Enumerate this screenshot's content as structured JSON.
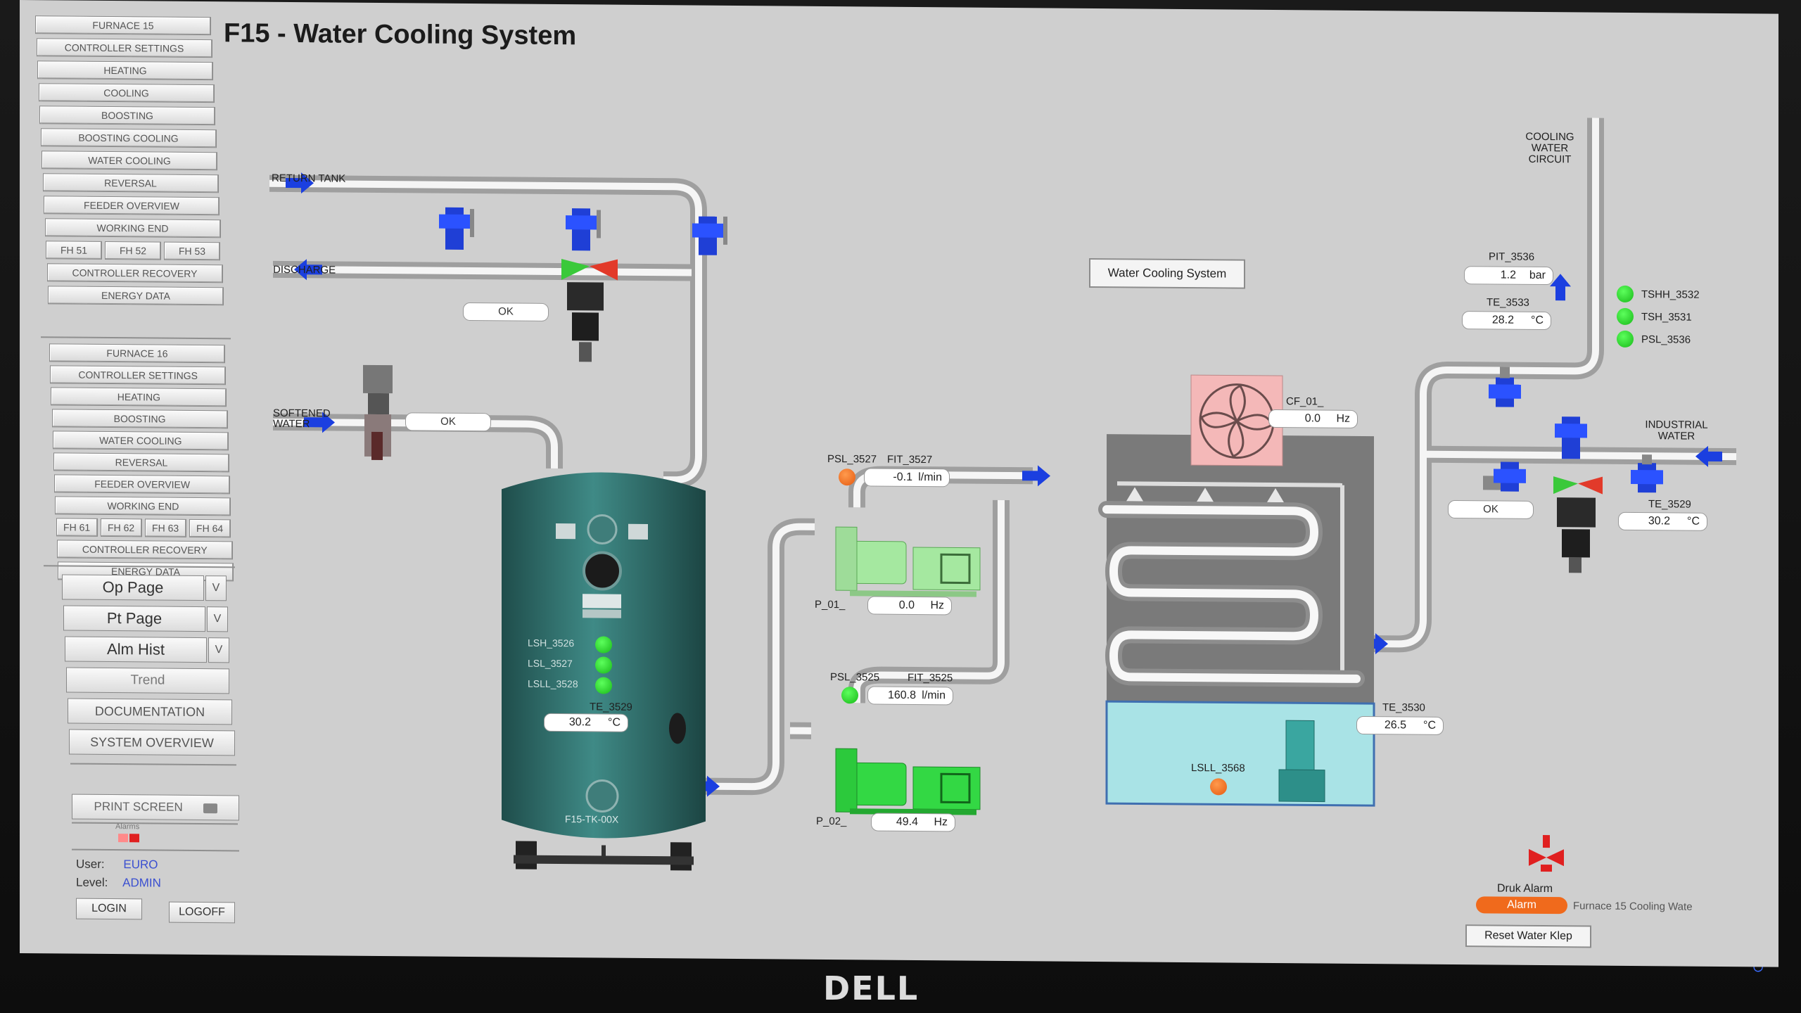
{
  "title": "F15 - Water Cooling System",
  "nav_group1": [
    "FURNACE 15",
    "CONTROLLER SETTINGS",
    "HEATING",
    "COOLING",
    "BOOSTING",
    "BOOSTING COOLING",
    "WATER COOLING",
    "REVERSAL",
    "FEEDER OVERVIEW",
    "WORKING END"
  ],
  "fh_group1": [
    "FH 51",
    "FH 52",
    "FH 53"
  ],
  "nav_group1_tail": [
    "CONTROLLER RECOVERY",
    "ENERGY DATA"
  ],
  "nav_group2": [
    "FURNACE 16",
    "CONTROLLER SETTINGS",
    "HEATING",
    "BOOSTING",
    "WATER COOLING",
    "REVERSAL",
    "FEEDER OVERVIEW",
    "WORKING END"
  ],
  "fh_group2": [
    "FH 61",
    "FH 62",
    "FH 63",
    "FH 64"
  ],
  "nav_group2_tail": [
    "CONTROLLER RECOVERY",
    "ENERGY DATA"
  ],
  "pages": {
    "op_page": "Op Page",
    "pt_page": "Pt Page",
    "alm_hist": "Alm Hist",
    "trend": "Trend",
    "dropdown_symbol": "V"
  },
  "documentation": "DOCUMENTATION",
  "system_overview": "SYSTEM OVERVIEW",
  "print_screen": "PRINT SCREEN",
  "alarms_label": "Alarms",
  "user": {
    "user_label": "User:",
    "user_value": "EURO",
    "level_label": "Level:",
    "level_value": "ADMIN"
  },
  "login": "LOGIN",
  "logoff": "LOGOFF",
  "labels": {
    "return_tank": "RETURN TANK",
    "discharge": "DISCHARGE",
    "softened_water": "SOFTENED WATER",
    "cooling_water_circuit": "COOLING WATER CIRCUIT",
    "industrial_water": "INDUSTRIAL WATER",
    "tank_name": "F15-TK-00X"
  },
  "ok_discharge": "OK",
  "ok_softened": "OK",
  "ok_industrial": "OK",
  "water_cooling_btn": "Water Cooling System",
  "tank_lamps": [
    {
      "tag": "LSH_3526",
      "state": "green"
    },
    {
      "tag": "LSL_3527",
      "state": "green"
    },
    {
      "tag": "LSLL_3528",
      "state": "green"
    }
  ],
  "te_3529_tank": {
    "tag": "TE_3529",
    "value": "30.2",
    "unit": "°C"
  },
  "psl_3527": {
    "tag": "PSL_3527",
    "state": "orange"
  },
  "fit_3527": {
    "tag": "FIT_3527",
    "value": "-0.1",
    "unit": "l/min"
  },
  "p_01": {
    "tag": "P_01_",
    "value": "0.0",
    "unit": "Hz"
  },
  "psl_3525": {
    "tag": "PSL_3525",
    "state": "green"
  },
  "fit_3525": {
    "tag": "FIT_3525",
    "value": "160.8",
    "unit": "l/min"
  },
  "p_02": {
    "tag": "P_02_",
    "value": "49.4",
    "unit": "Hz"
  },
  "cf_01": {
    "tag": "CF_01_",
    "value": "0.0",
    "unit": "Hz"
  },
  "lsll_3568": {
    "tag": "LSLL_3568",
    "state": "orange"
  },
  "te_3530": {
    "tag": "TE_3530",
    "value": "26.5",
    "unit": "°C"
  },
  "pit_3536": {
    "tag": "PIT_3536",
    "value": "1.2",
    "unit": "bar"
  },
  "te_3533": {
    "tag": "TE_3533",
    "value": "28.2",
    "unit": "°C"
  },
  "right_lamps": [
    {
      "tag": "TSHH_3532",
      "state": "green"
    },
    {
      "tag": "TSH_3531",
      "state": "green"
    },
    {
      "tag": "PSL_3536",
      "state": "green"
    }
  ],
  "te_3529_industrial": {
    "tag": "TE_3529",
    "value": "30.2",
    "unit": "°C"
  },
  "druk_alarm": {
    "label": "Druk Alarm",
    "pill": "Alarm",
    "message": "Furnace 15 Cooling Wate"
  },
  "reset_button": "Reset Water Klep",
  "monitor_brand": "DELL",
  "colors": {
    "pipe": "#e6e6e6",
    "valve": "#1f3fd6",
    "tank": "#2e6d6b",
    "pump": "#39d94a",
    "pump_off": "#a5e8a0",
    "water": "#a9e3e6",
    "alarm": "#f06a1c",
    "ok_lamp": "#22cc22"
  }
}
